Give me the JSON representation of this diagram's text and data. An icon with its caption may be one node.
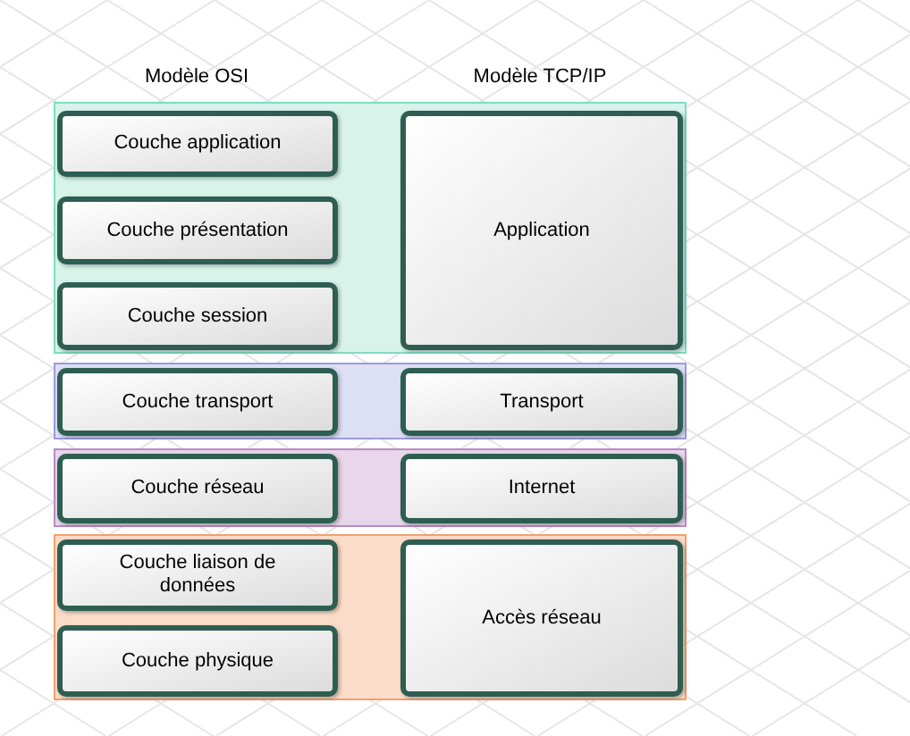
{
  "diagram": {
    "nodes": [
      {
        "text": [],
        "shape": "band"
      },
      {
        "text": [
          "Couche application"
        ],
        "in": 0
      },
      {
        "text": [
          "Couche présentation"
        ],
        "in": 0
      },
      {
        "text": [
          "Couche session"
        ],
        "in": 0
      },
      {
        "text": [
          "Application"
        ],
        "in": 0
      },
      {
        "text": [],
        "shape": "band"
      },
      {
        "text": [
          "Couche transport"
        ],
        "in": 5
      },
      {
        "text": [
          "Transport"
        ],
        "in": 5
      },
      {
        "text": [],
        "shape": "band"
      },
      {
        "text": [
          "Couche réseau"
        ],
        "in": 8
      },
      {
        "text": [
          "Internet"
        ],
        "in": 8
      },
      {
        "text": [],
        "shape": "band"
      },
      {
        "text": [
          "Couche liaison de données"
        ],
        "in": 11
      },
      {
        "text": [
          "Couche physique"
        ],
        "in": 11
      },
      {
        "text": [
          "Accès réseau"
        ],
        "in": 11
      }
    ],
    "labels": [
      "Modèle OSI",
      "Modèle TCP/IP"
    ]
  }
}
